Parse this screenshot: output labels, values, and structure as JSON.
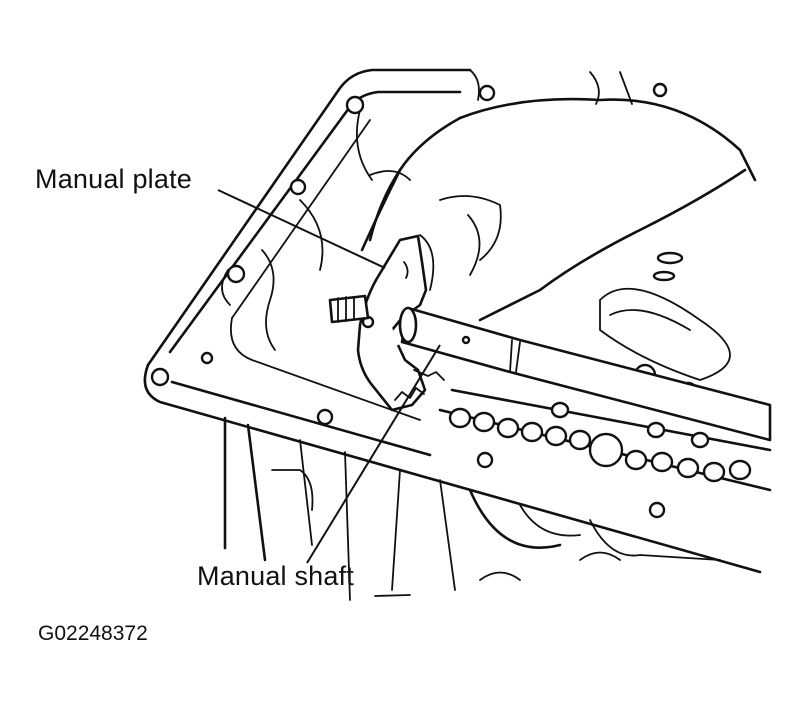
{
  "labels": {
    "manual_plate": "Manual plate",
    "manual_shaft": "Manual shaft"
  },
  "figure_id": "G02248372"
}
